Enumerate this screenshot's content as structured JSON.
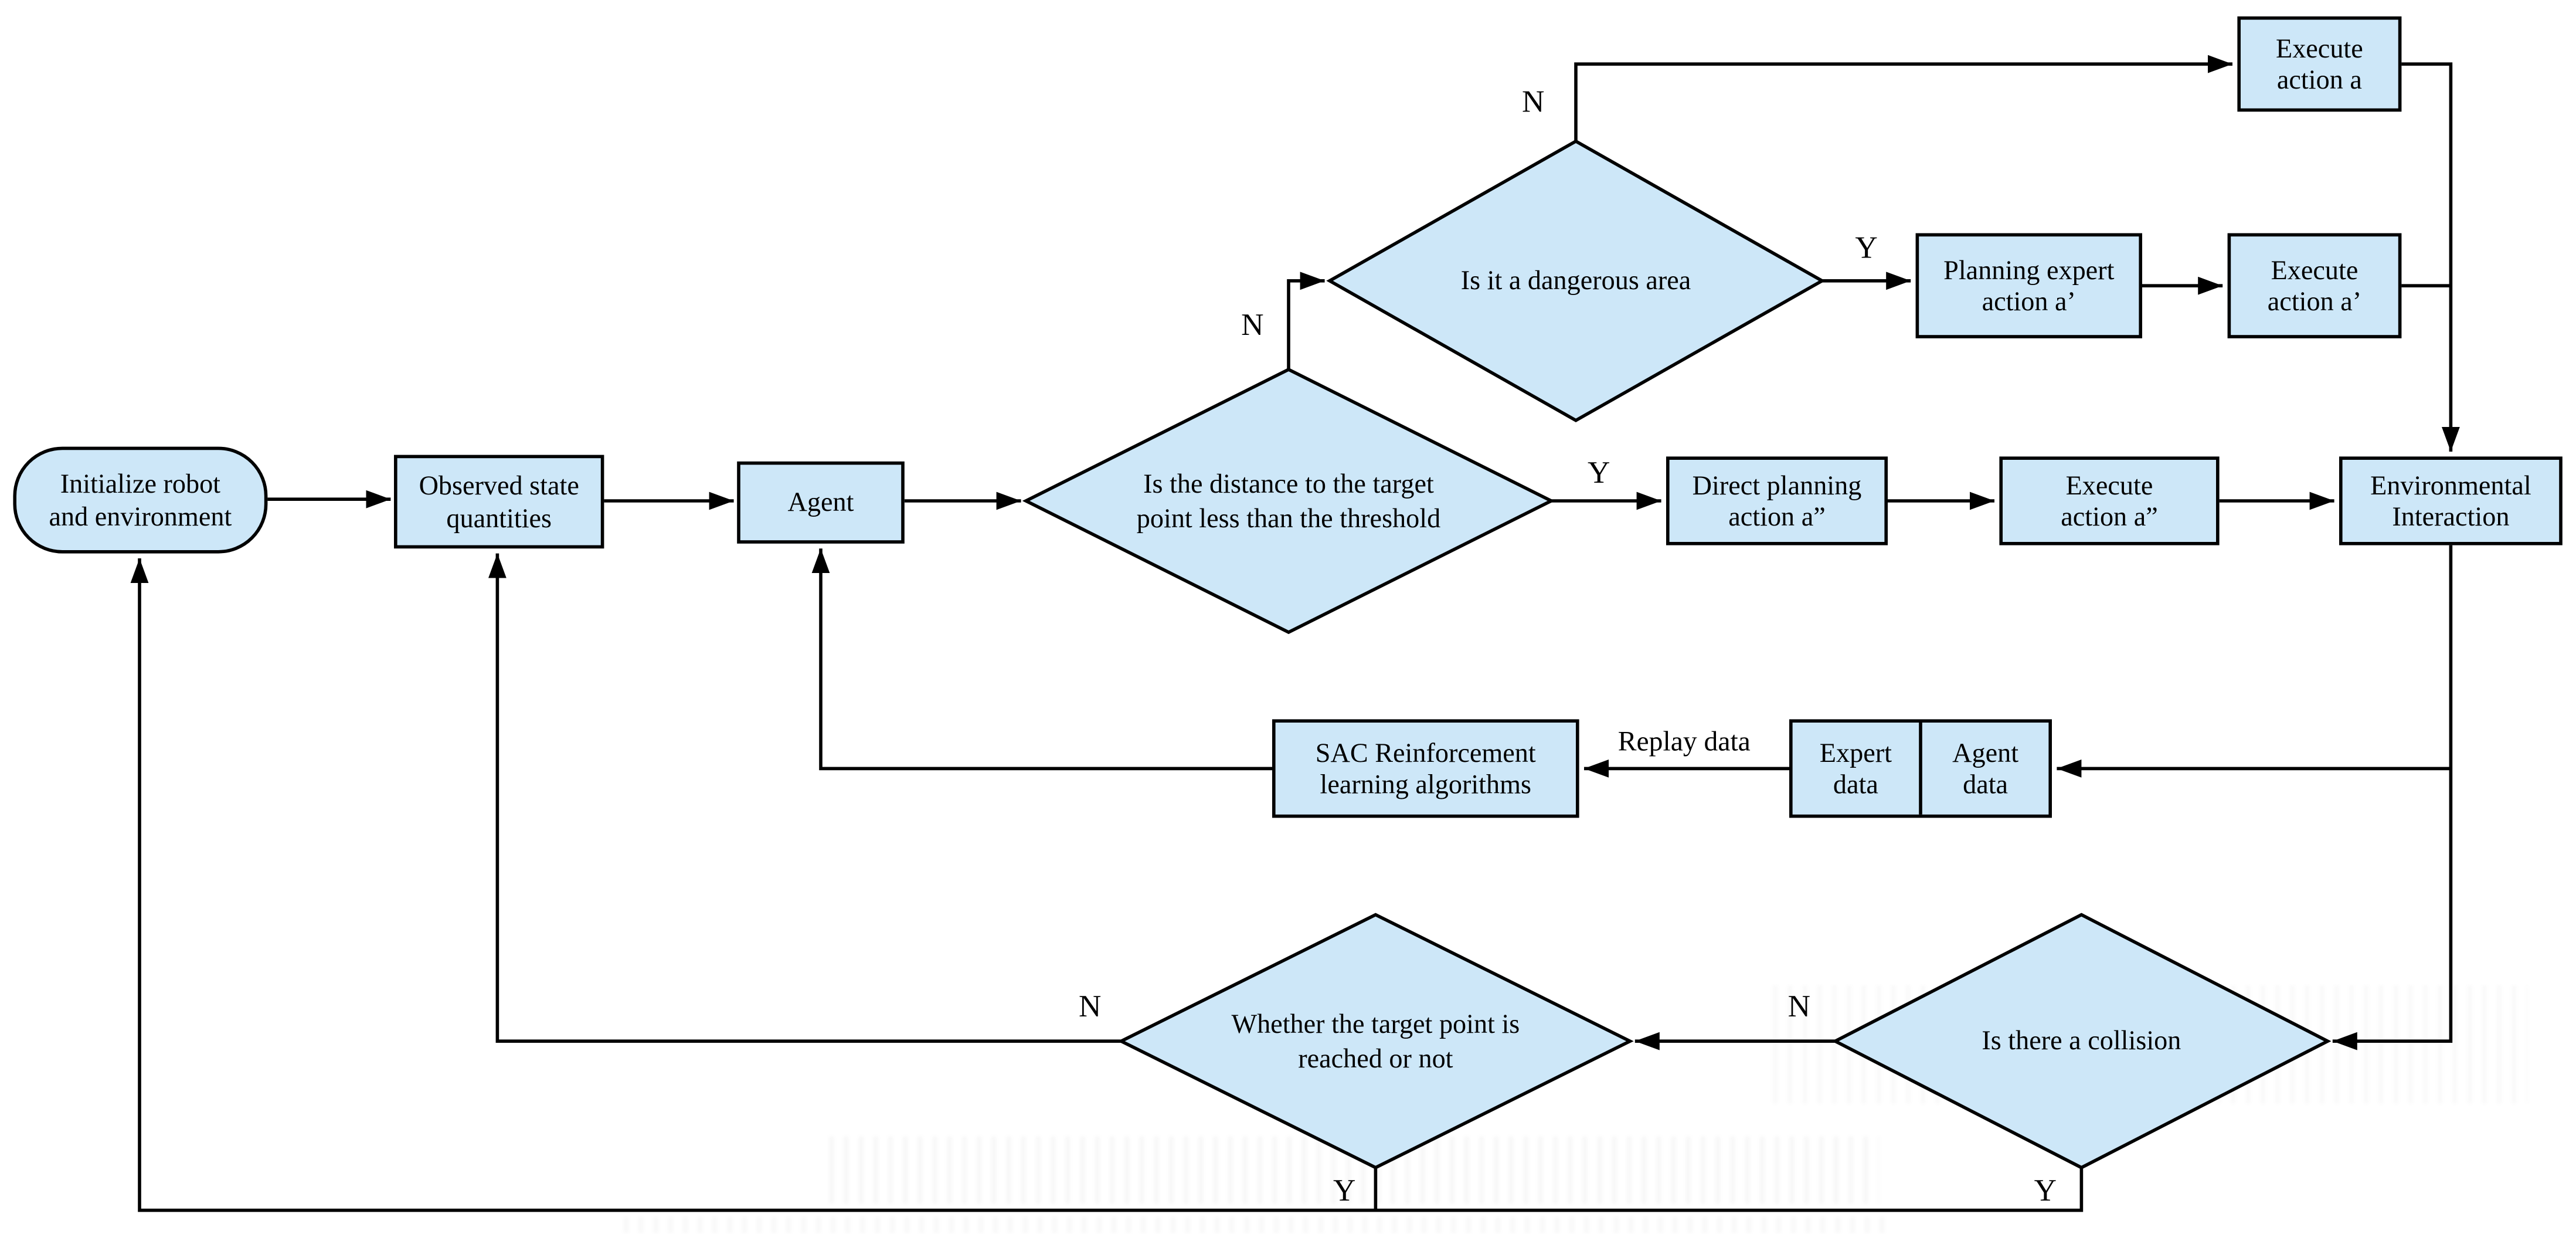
{
  "diagram": {
    "type": "flowchart",
    "colors": {
      "node_fill": "#cde7f8",
      "node_border": "#000000",
      "edge_line": "#000000",
      "text": "#000000",
      "background": "#ffffff"
    },
    "nodes": {
      "init": {
        "label": "Initialize robot\nand environment",
        "shape": "stadium"
      },
      "observed": {
        "label": "Observed state\nquantities",
        "shape": "rect"
      },
      "agent": {
        "label": "Agent",
        "shape": "rect"
      },
      "dist": {
        "label": "Is the distance to the target\npoint less than the threshold",
        "shape": "diamond"
      },
      "danger": {
        "label": "Is it a dangerous area",
        "shape": "diamond"
      },
      "exec_a": {
        "label": "Execute\naction a",
        "shape": "rect"
      },
      "planning": {
        "label": "Planning expert\naction a’",
        "shape": "rect"
      },
      "exec_a1": {
        "label": "Execute\naction a’",
        "shape": "rect"
      },
      "direct": {
        "label": "Direct planning\naction a”",
        "shape": "rect"
      },
      "exec_a2": {
        "label": "Execute\naction a”",
        "shape": "rect"
      },
      "envint": {
        "label": "Environmental\nInteraction",
        "shape": "rect"
      },
      "sac": {
        "label": "SAC Reinforcement\nlearning algorithms",
        "shape": "rect"
      },
      "expert_data": {
        "label": "Expert\ndata",
        "shape": "rect"
      },
      "agent_data": {
        "label": "Agent\ndata",
        "shape": "rect"
      },
      "whether": {
        "label": "Whether the target point is\nreached or not",
        "shape": "diamond"
      },
      "collision": {
        "label": "Is there a collision",
        "shape": "diamond"
      }
    },
    "edge_labels": {
      "dist_yes": "Y",
      "dist_no": "N",
      "danger_yes": "Y",
      "danger_no": "N",
      "whether_no": "N",
      "whether_yes": "Y",
      "collision_no": "N",
      "collision_yes": "Y",
      "replay": "Replay data"
    }
  }
}
